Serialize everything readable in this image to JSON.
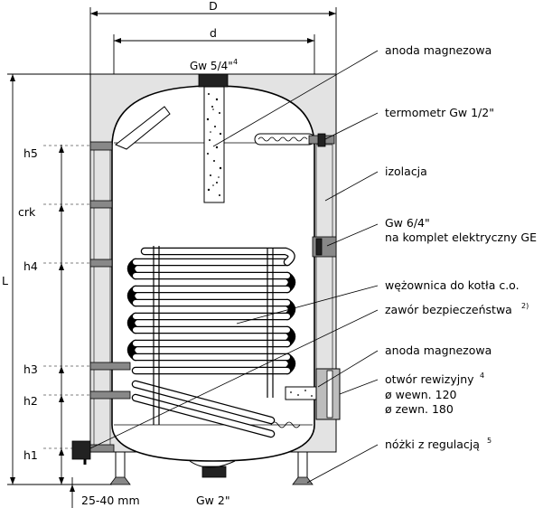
{
  "dimensions": {
    "outer_diameter": "D",
    "inner_diameter": "d",
    "height": "L",
    "h5": "h5",
    "crk": "crk",
    "h4": "h4",
    "h3": "h3",
    "h2": "h2",
    "h1": "h1",
    "leg_range": "25-40 mm"
  },
  "connections": {
    "top": "Gw 5/4\"",
    "top_sup": "4",
    "bottom": "Gw 2\""
  },
  "labels": {
    "anode_top": "anoda magnezowa",
    "thermometer": "termometr Gw 1/2\"",
    "insulation": "izolacja",
    "heater_line1": "Gw 6/4\"",
    "heater_line2": "na komplet elektryczny GE",
    "coil": "wężownica do kotła c.o.",
    "valve": "zawór bezpieczeństwa",
    "valve_sup": "2)",
    "anode_bottom": "anoda magnezowa",
    "inspection": "otwór rewizyjny",
    "inspection_sup": "4",
    "inner_diam": "ø wewn. 120",
    "outer_diam": "ø zewn. 180",
    "feet": "nóżki z regulacją",
    "feet_sup": "5"
  }
}
